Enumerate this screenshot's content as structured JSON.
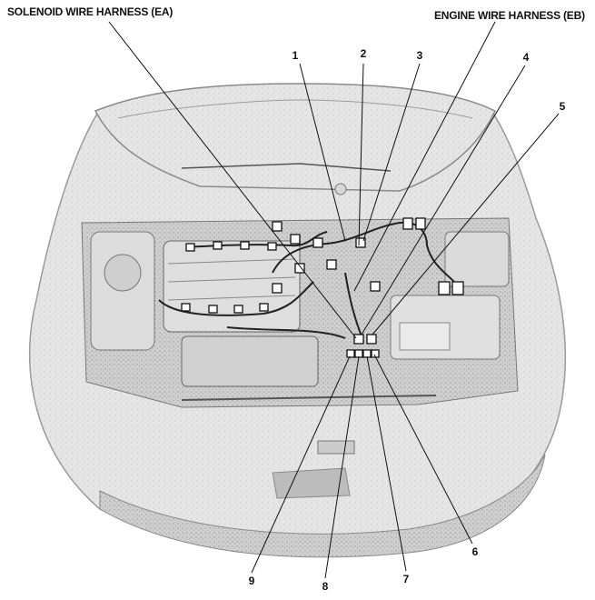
{
  "labels": {
    "solenoid_harness": "SOLENOID WIRE HARNESS (EA)",
    "engine_harness": "ENGINE WIRE HARNESS (EB)"
  },
  "callouts": [
    "1",
    "2",
    "3",
    "4",
    "5",
    "6",
    "7",
    "8",
    "9"
  ],
  "colors": {
    "ink": "#111111",
    "body_shade": "#d4d4d4",
    "line": "#222222"
  }
}
